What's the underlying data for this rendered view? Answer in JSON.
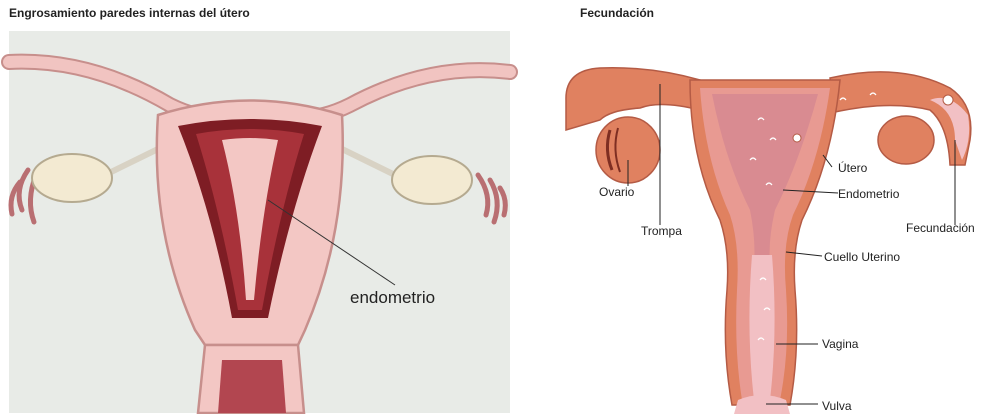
{
  "left_panel": {
    "title": "Engrosamiento paredes internas del útero",
    "label_endometrio": "endometrio"
  },
  "right_panel": {
    "title": "Fecundación",
    "labels": {
      "ovario": "Ovario",
      "trompa": "Trompa",
      "utero": "Útero",
      "endometrio": "Endometrio",
      "fecundacion": "Fecundación",
      "cuello": "Cuello Uterino",
      "vagina": "Vagina",
      "vulva": "Vulva"
    }
  },
  "colors": {
    "left_background": "#e8ebe7",
    "uterus_pink": "#f3c7c4",
    "uterus_outline": "#c78f8c",
    "endometrium_dark": "#7e1d24",
    "endometrium_mid": "#a8323a",
    "ovary_cream": "#f3ead2",
    "right_outer": "#e08160",
    "right_inner": "#e89a92",
    "right_cavity": "#d98b91"
  }
}
